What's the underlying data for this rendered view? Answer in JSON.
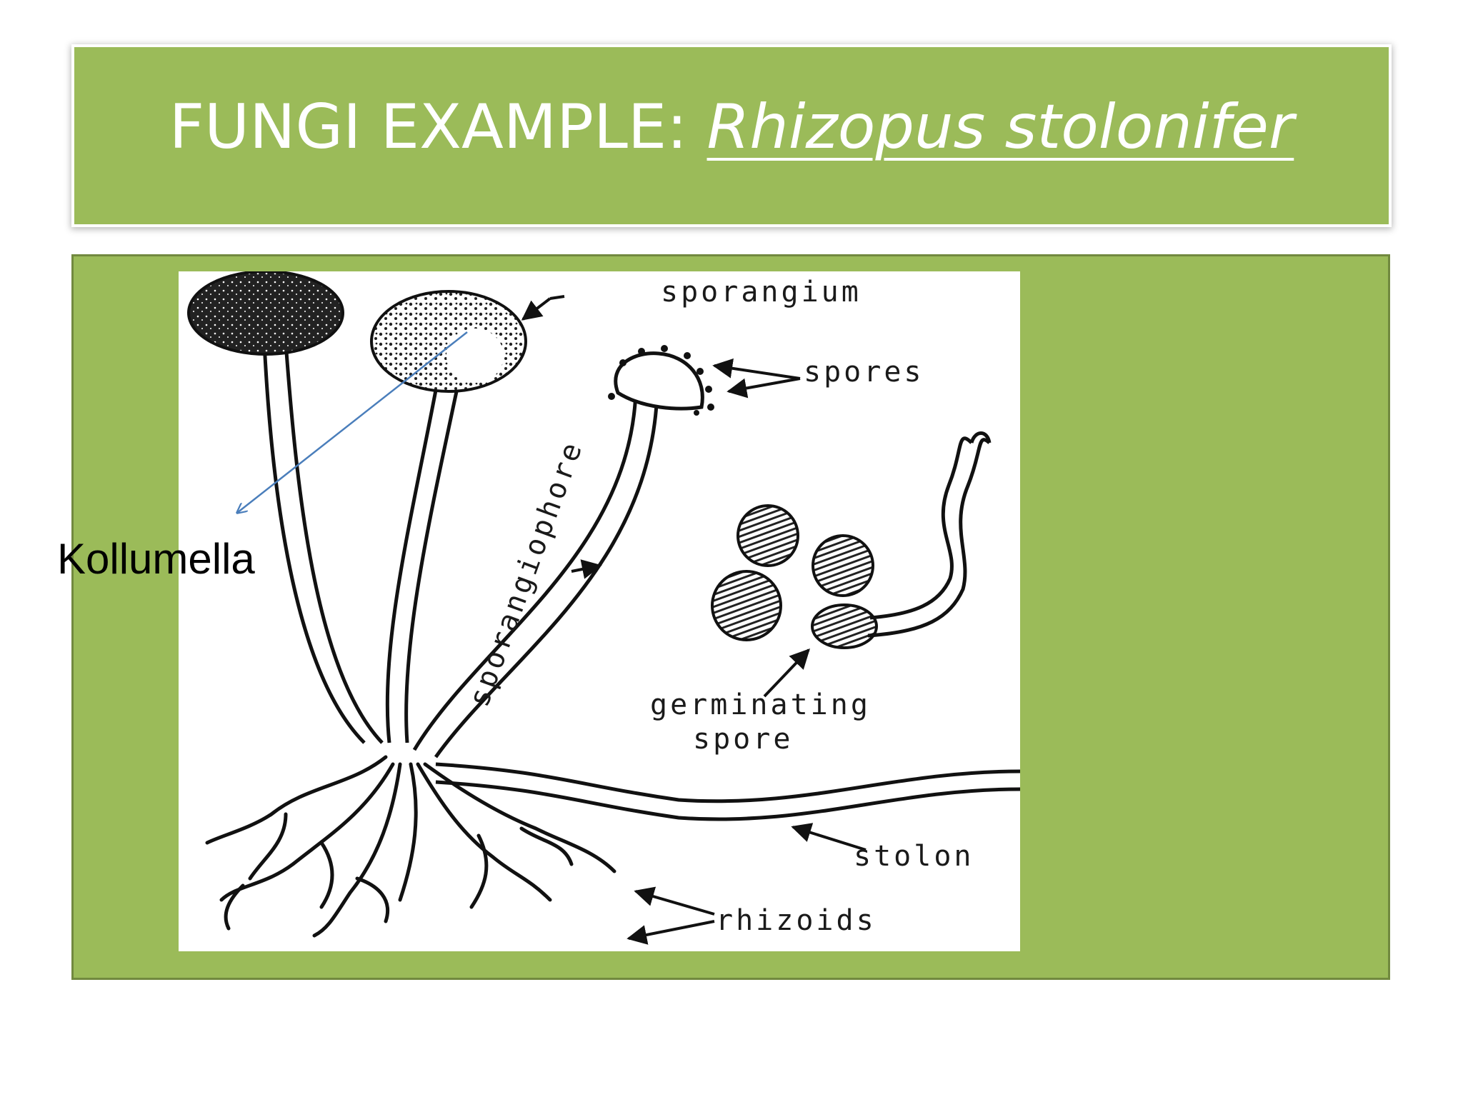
{
  "slide": {
    "title_prefix": "FUNGI EXAMPLE: ",
    "title_species": "Rhizopus stolonifer",
    "annotation": "Kollumella",
    "colors": {
      "panel_green": "#9bbb59",
      "panel_border": "#71893f",
      "title_text": "#ffffff",
      "arrow_blue": "#4a7ebb"
    }
  },
  "diagram": {
    "labels": {
      "sporangium": "sporangium",
      "spores": "spores",
      "sporangiophore": "sporangiophore",
      "germinating_line1": "germinating",
      "germinating_line2": "spore",
      "stolon": "stolon",
      "rhizoids": "rhizoids"
    }
  }
}
